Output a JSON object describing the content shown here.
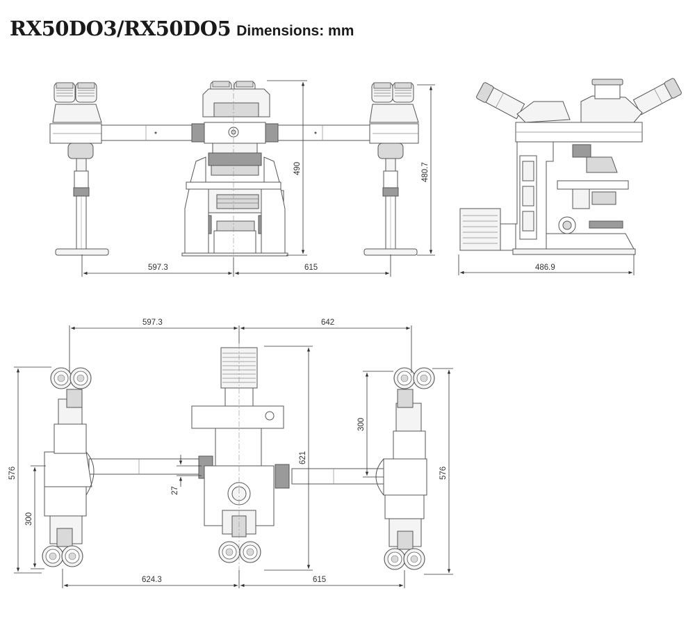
{
  "title": {
    "model": "RX50DO3/RX50DO5",
    "units": "Dimensions: mm"
  },
  "colors": {
    "line": "#555555",
    "dark": "#333333",
    "fill_light": "#f4f4f4",
    "fill_mid": "#d9d9d9",
    "fill_dark": "#9a9a9a"
  },
  "front_view": {
    "dim_left_width": "597.3",
    "dim_right_width": "615",
    "dim_height_center": "490",
    "dim_height_right": "480.7"
  },
  "side_view": {
    "dim_width": "486.9"
  },
  "top_view": {
    "dim_top_left": "597.3",
    "dim_top_right": "642",
    "dim_bottom_left": "624.3",
    "dim_bottom_right": "615",
    "dim_left_outer_height": "576",
    "dim_left_inner_height": "300",
    "dim_offset": "27",
    "dim_center_height": "621",
    "dim_right_inner_height": "300",
    "dim_right_outer_height": "576"
  }
}
